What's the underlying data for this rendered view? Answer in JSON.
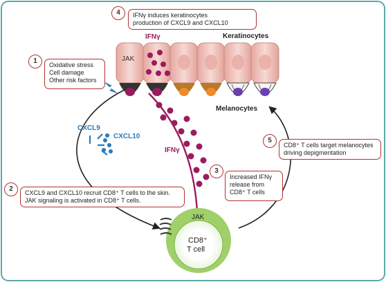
{
  "diagram": {
    "steps": [
      {
        "number": "1",
        "lines": [
          "Oxidative stress",
          "Cell damage",
          "Other risk factors"
        ]
      },
      {
        "number": "2",
        "lines": [
          "CXCL9 and CXCL10 recruit CD8⁺ T cells to the skin.",
          "JAK signaling is activated in CD8⁺ T cells."
        ]
      },
      {
        "number": "3",
        "lines": [
          "Increased IFNγ",
          "release from",
          "CD8⁺ T cells"
        ]
      },
      {
        "number": "4",
        "lines": [
          "IFNγ induces keratinocytes",
          "production of CXCL9 and CXCL10"
        ]
      },
      {
        "number": "5",
        "lines": [
          "CD8⁺ T cells target melanocytes",
          "driving depigmentation"
        ]
      }
    ],
    "labels": {
      "keratinocytes": "Keratinocytes",
      "melanocytes": "Melanocytes",
      "jak_keratinocyte": "JAK",
      "ifng_top": "IFNγ",
      "ifng_mid": "IFNγ",
      "cxcl9": "CXCL9",
      "cxcl10": "CXCL10",
      "jak_tcell": "JAK",
      "tcell_line1": "CD8⁺",
      "tcell_line2": "T cell"
    },
    "colors": {
      "box_border": "#b0322f",
      "ifng_purple": "#9b1b5f",
      "chemokine_blue": "#2a7ab8",
      "tcell_green": "#9fd06a",
      "keratinocyte_pink": "#f0c3bd"
    }
  }
}
